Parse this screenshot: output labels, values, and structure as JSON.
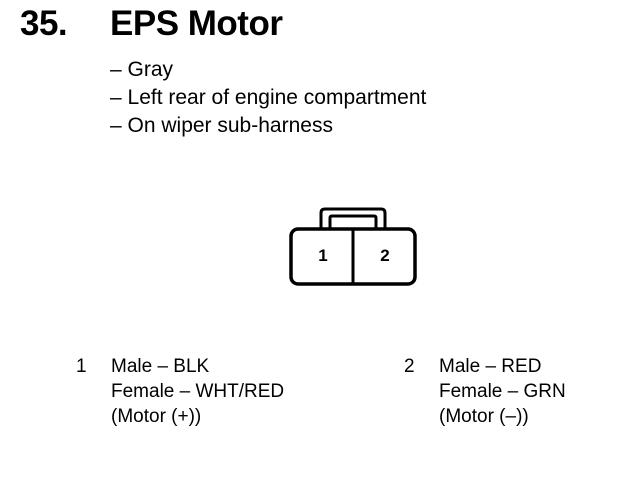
{
  "heading": {
    "number": "35.",
    "title": "EPS Motor"
  },
  "description": [
    "– Gray",
    "– Left rear of engine compartment",
    "– On wiper sub-harness"
  ],
  "connector": {
    "terminals": [
      "1",
      "2"
    ]
  },
  "pins": [
    {
      "number": "1",
      "male": "Male – BLK",
      "female": "Female – WHT/RED",
      "function": "(Motor (+))"
    },
    {
      "number": "2",
      "male": "Male – RED",
      "female": "Female – GRN",
      "function": "(Motor (–))"
    }
  ]
}
